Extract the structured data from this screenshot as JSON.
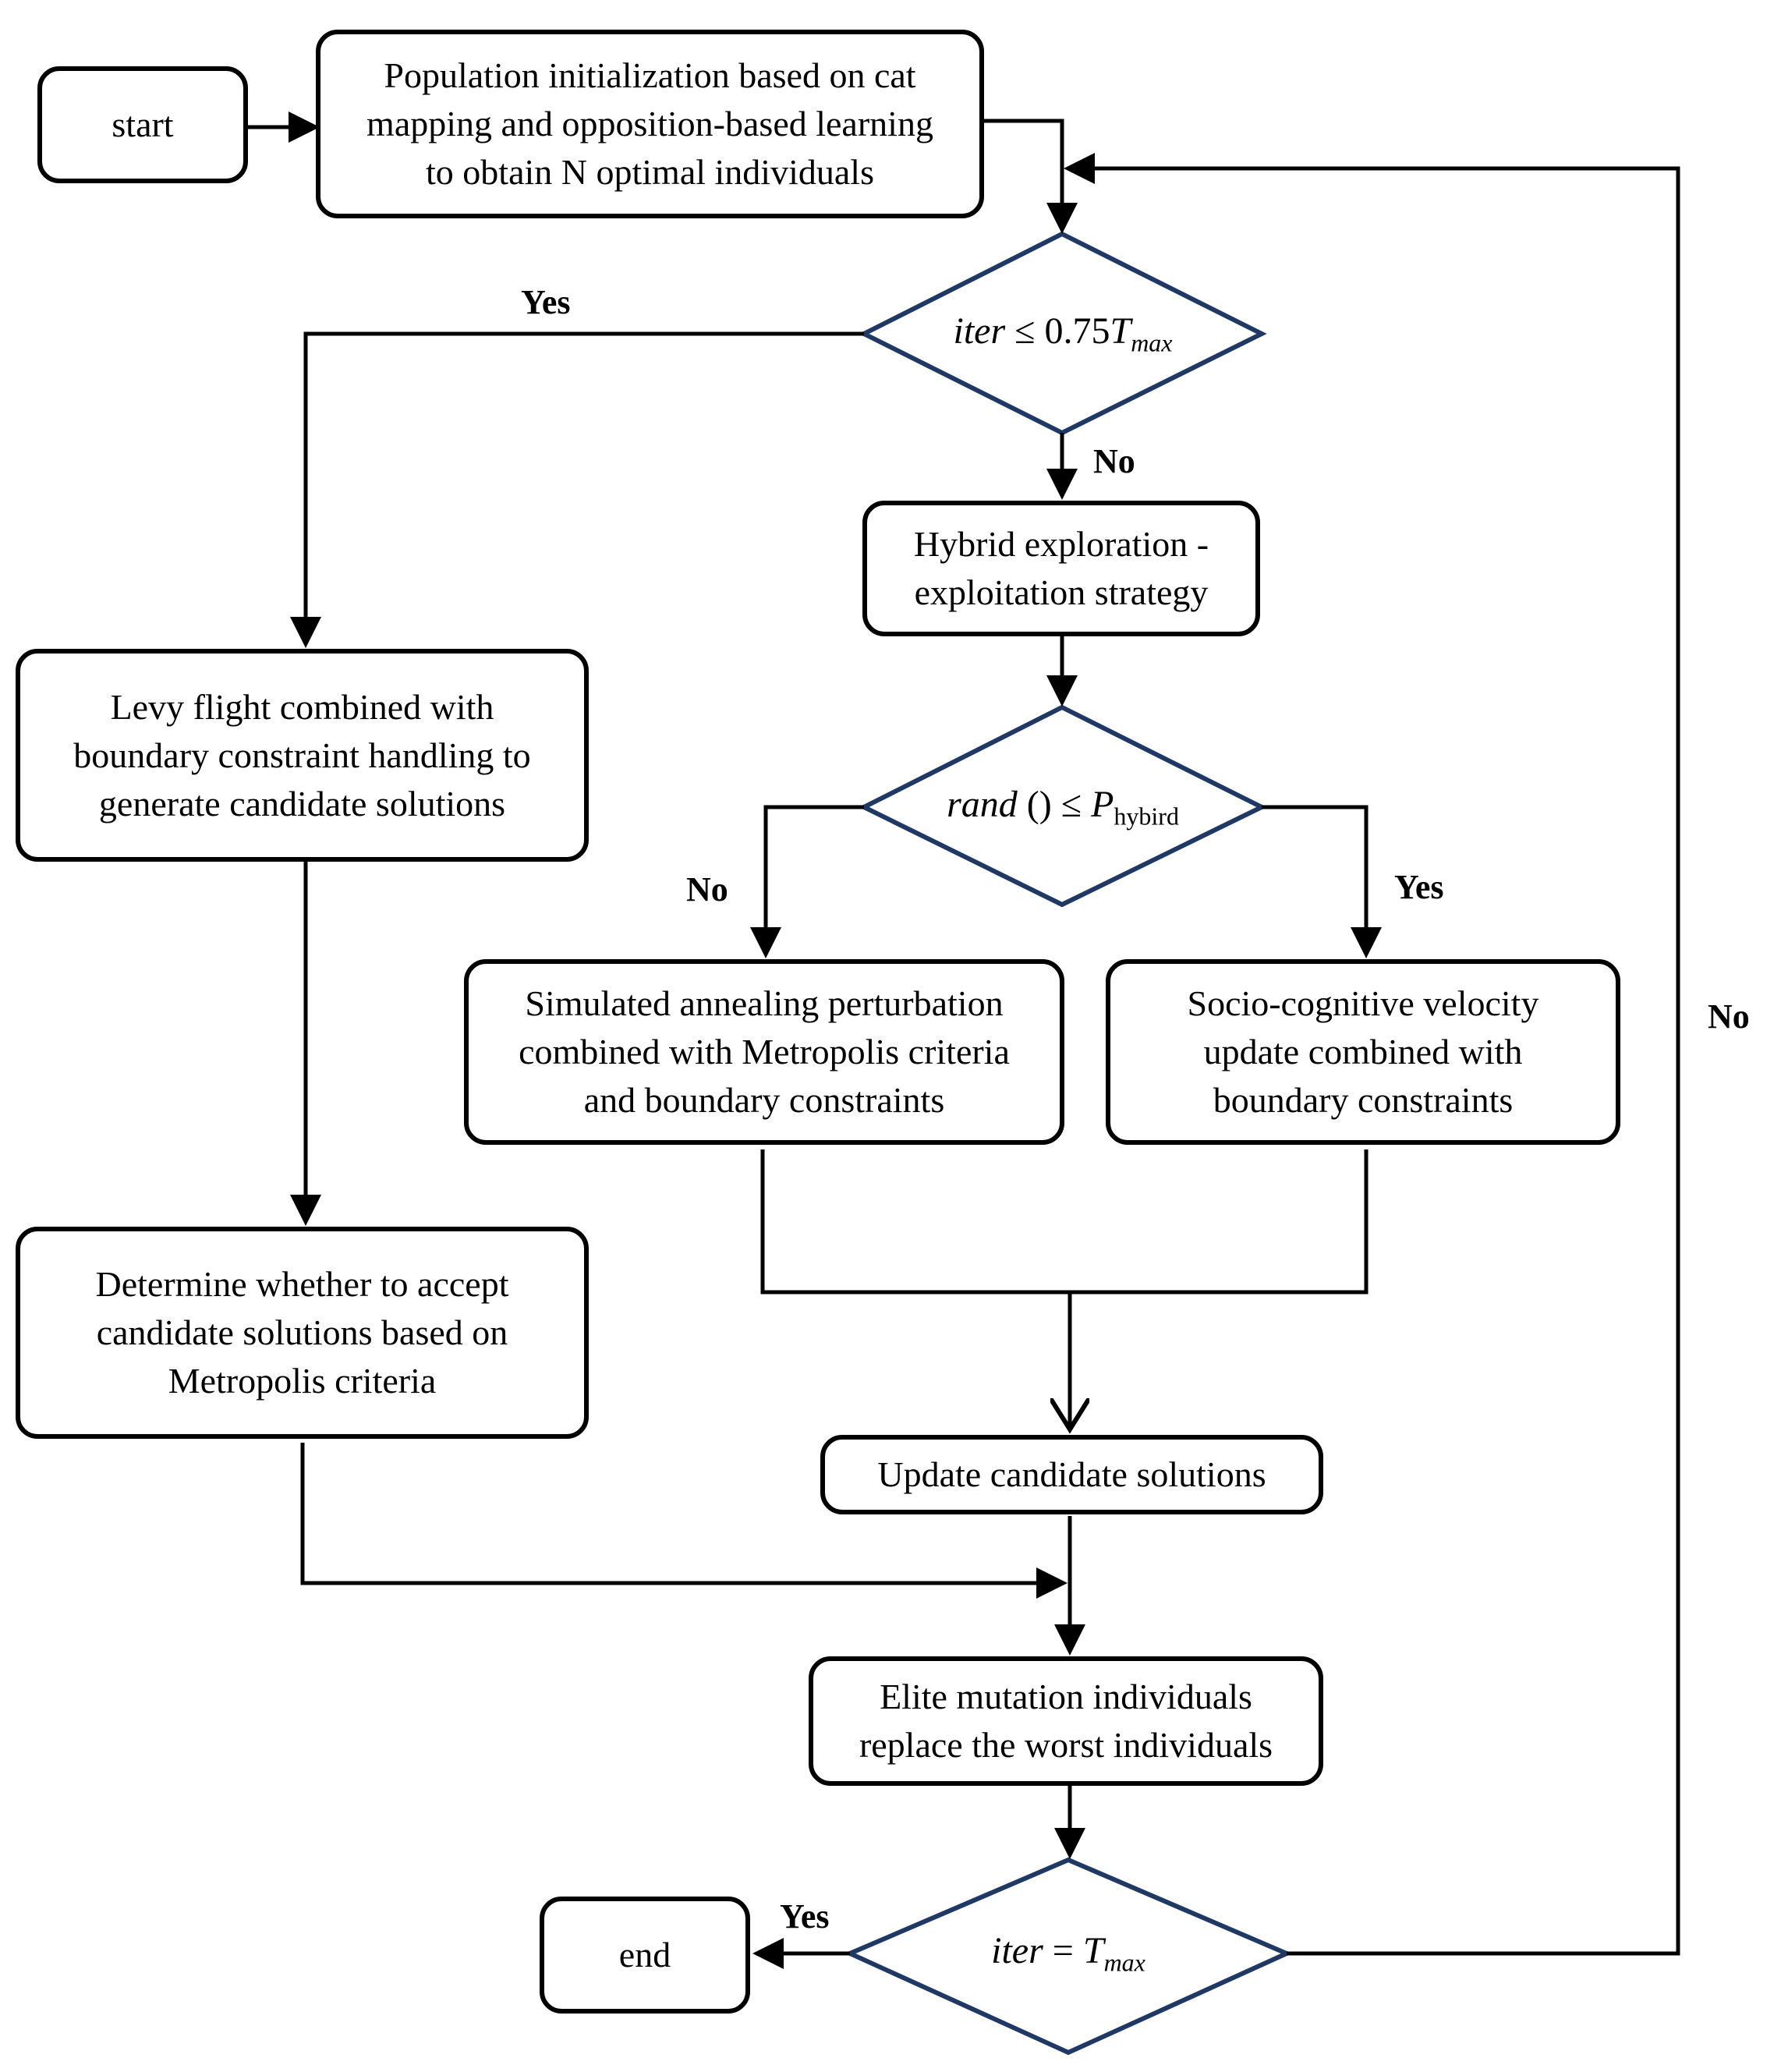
{
  "colors": {
    "line": "#000000",
    "diamond_border": "#1f3864",
    "background": "#ffffff"
  },
  "nodes": {
    "start": "start",
    "init": "Population initialization based on cat\nmapping and opposition-based learning\nto obtain N optimal individuals",
    "hybrid": "Hybrid exploration -\nexploitation strategy",
    "levy": "Levy flight combined with\nboundary constraint handling to\ngenerate candidate solutions",
    "sa": "Simulated annealing perturbation\ncombined with  Metropolis criteria\nand boundary constraints",
    "socio": "Socio-cognitive velocity\nupdate combined with\nboundary constraints",
    "determine": "Determine whether to accept\ncandidate solutions based on\nMetropolis criteria",
    "update": "Update candidate solutions",
    "elite": "Elite mutation individuals\nreplace the worst individuals",
    "end": "end"
  },
  "decisions": {
    "d1": {
      "var": "iter",
      "op": " ≤ 0.75",
      "T": "T",
      "sub": "max"
    },
    "d2": {
      "var": "rand",
      "op": " () ≤ ",
      "P": "P",
      "sub": "hybird"
    },
    "d3": {
      "var": "iter",
      "op": " = ",
      "T": "T",
      "sub": "max"
    }
  },
  "labels": {
    "d1_yes": "Yes",
    "d1_no": "No",
    "d2_no": "No",
    "d2_yes": "Yes",
    "d3_yes": "Yes",
    "d3_no": "No"
  }
}
